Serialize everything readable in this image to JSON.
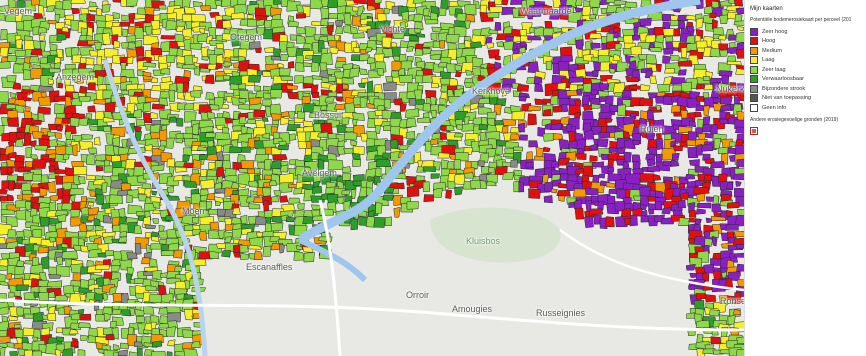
{
  "legend": {
    "title": "Mijn kaarten",
    "layer_title": "Potentiële bodemerosiekaart per perceel (201",
    "items": [
      {
        "label": "Zeer hoog",
        "color": "#8a1fc4"
      },
      {
        "label": "Hoog",
        "color": "#e01010"
      },
      {
        "label": "Medium",
        "color": "#f29a00"
      },
      {
        "label": "Laag",
        "color": "#f5ee2a"
      },
      {
        "label": "Zeer laag",
        "color": "#8ed84a"
      },
      {
        "label": "Verwaarloosbaar",
        "color": "#2e9e2a"
      },
      {
        "label": "Bijzondere strook",
        "color": "#8a8a8a"
      },
      {
        "label": "Niet van toepassing",
        "color": "#555555"
      },
      {
        "label": "Geen info",
        "color": "#ffffff"
      }
    ],
    "layer2_title": "Andere erosiegevoelige gronden (2019)",
    "layer2_icon": "hatched-square-icon"
  },
  "map": {
    "places": [
      {
        "name": "Vegem"
      },
      {
        "name": "Otegem"
      },
      {
        "name": "Vichte"
      },
      {
        "name": "Anzegem"
      },
      {
        "name": "Avelgem"
      },
      {
        "name": "Moen"
      },
      {
        "name": "Kerkhove"
      },
      {
        "name": "Escanaffles"
      },
      {
        "name": "Orroir"
      },
      {
        "name": "Amougies"
      },
      {
        "name": "Russeignies"
      },
      {
        "name": "Ronse"
      },
      {
        "name": "Nukerke"
      },
      {
        "name": "Bossuit"
      },
      {
        "name": "Waarmaarde"
      },
      {
        "name": "Kluisbos"
      },
      {
        "name": "Ruien"
      }
    ]
  }
}
